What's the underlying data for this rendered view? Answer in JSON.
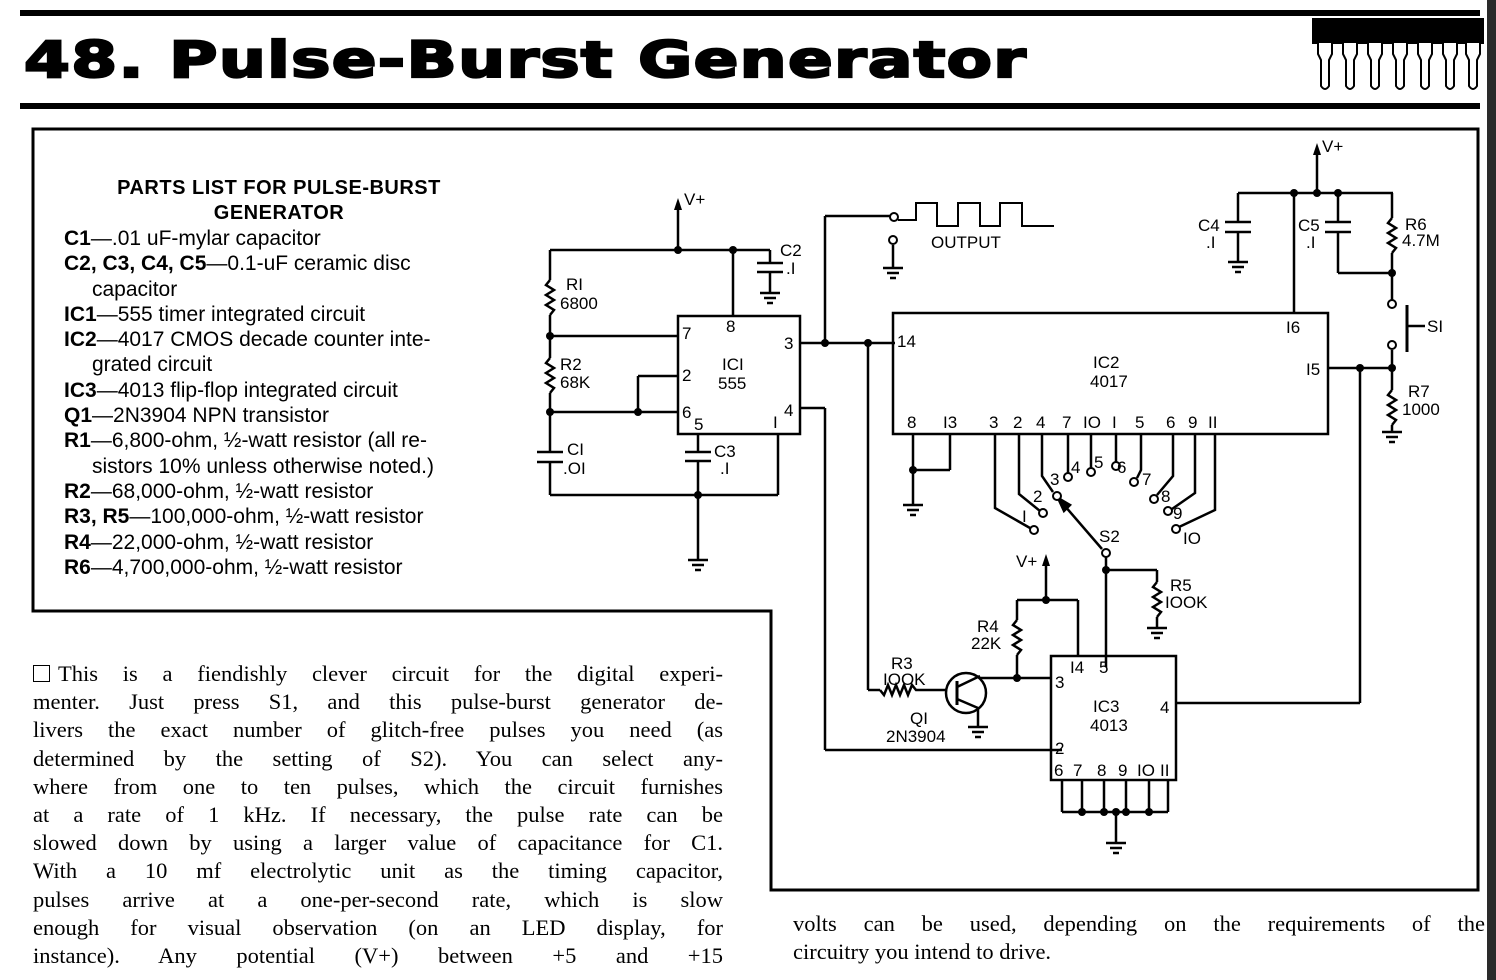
{
  "header": {
    "title": "48. Pulse-Burst Generator",
    "connector_icon": "dip-header-pins-icon"
  },
  "parts_list": {
    "title_line1": "PARTS LIST FOR PULSE-BURST",
    "title_line2": "GENERATOR",
    "items": [
      {
        "id": "C1",
        "desc": "—.01 uF-mylar capacitor",
        "wrap": ""
      },
      {
        "id": "C2, C3, C4, C5",
        "desc": "—0.1-uF ceramic disc",
        "wrap": "capacitor"
      },
      {
        "id": "IC1",
        "desc": "—555 timer integrated circuit",
        "wrap": ""
      },
      {
        "id": "IC2",
        "desc": "—4017 CMOS decade counter inte-",
        "wrap": "grated circuit"
      },
      {
        "id": "IC3",
        "desc": "—4013 flip-flop integrated circuit",
        "wrap": ""
      },
      {
        "id": "Q1",
        "desc": "—2N3904 NPN transistor",
        "wrap": ""
      },
      {
        "id": "R1",
        "desc": "—6,800-ohm, ½-watt resistor (all re-",
        "wrap": "sistors 10% unless otherwise noted.)"
      },
      {
        "id": "R2",
        "desc": "—68,000-ohm, ½-watt resistor",
        "wrap": ""
      },
      {
        "id": "R3, R5",
        "desc": "—100,000-ohm, ½-watt resistor",
        "wrap": ""
      },
      {
        "id": "R4",
        "desc": "—22,000-ohm, ½-watt resistor",
        "wrap": ""
      },
      {
        "id": "R6",
        "desc": "—4,700,000-ohm, ½-watt resistor",
        "wrap": ""
      }
    ]
  },
  "schematic": {
    "vplus": "V+",
    "output_label": "OUTPUT",
    "ic1": {
      "name": "ICI",
      "type": "555",
      "pins": {
        "p7": "7",
        "p8": "8",
        "p2": "2",
        "p6": "6",
        "p5": "5",
        "p1": "I",
        "p3": "3",
        "p4": "4"
      }
    },
    "ic2": {
      "name": "IC2",
      "type": "4017",
      "pins": {
        "p14": "14",
        "p16": "I6",
        "p15": "I5",
        "p8": "8",
        "p13": "I3"
      },
      "outputs": [
        "3",
        "2",
        "4",
        "7",
        "IO",
        "I",
        "5",
        "6",
        "9",
        "II"
      ]
    },
    "ic3": {
      "name": "IC3",
      "type": "4013",
      "pins": {
        "p14": "I4",
        "p5": "5",
        "p3": "3",
        "p2": "2",
        "p4": "4"
      },
      "bottom_pins": [
        "6",
        "7",
        "8",
        "9",
        "IO",
        "II"
      ]
    },
    "s2_positions": [
      "I",
      "2",
      "3",
      "4",
      "5",
      "6",
      "7",
      "8",
      "9",
      "IO"
    ],
    "components": {
      "r1": {
        "name": "RI",
        "value": "6800"
      },
      "r2": {
        "name": "R2",
        "value": "68K"
      },
      "c1": {
        "name": "CI",
        "value": ".OI"
      },
      "c2": {
        "name": "C2",
        "value": ".I"
      },
      "c3": {
        "name": "C3",
        "value": ".I"
      },
      "c4": {
        "name": "C4",
        "value": ".I"
      },
      "c5": {
        "name": "C5",
        "value": ".I"
      },
      "r6": {
        "name": "R6",
        "value": "4.7M"
      },
      "r7": {
        "name": "R7",
        "value": "1000"
      },
      "s1": {
        "name": "SI"
      },
      "s2": {
        "name": "S2"
      },
      "r3": {
        "name": "R3",
        "value": "IOOK"
      },
      "r4": {
        "name": "R4",
        "value": "22K"
      },
      "r5": {
        "name": "R5",
        "value": "IOOK"
      },
      "q1": {
        "name": "QI",
        "value": "2N3904"
      }
    }
  },
  "body": {
    "col1_lines": [
      "This is a fiendishly clever circuit for the digital experi-",
      "menter. Just press S1, and this pulse-burst generator de-",
      "livers the exact number of glitch-free pulses you need (as",
      "determined by the setting of S2). You can select any-",
      "where from one to ten pulses, which the circuit furnishes",
      "at a rate of 1 kHz. If necessary, the pulse rate can be",
      "slowed down by using a larger value of capacitance for C1.",
      "With a 10 mf electrolytic unit as the timing capacitor,",
      "pulses arrive at a one-per-second rate, which is slow",
      "enough for visual observation (on an LED display, for",
      "instance). Any potential (V+) between +5 and +15"
    ],
    "col2_lines": [
      "volts can be used, depending on the requirements of the",
      "circuitry you intend to drive."
    ]
  }
}
